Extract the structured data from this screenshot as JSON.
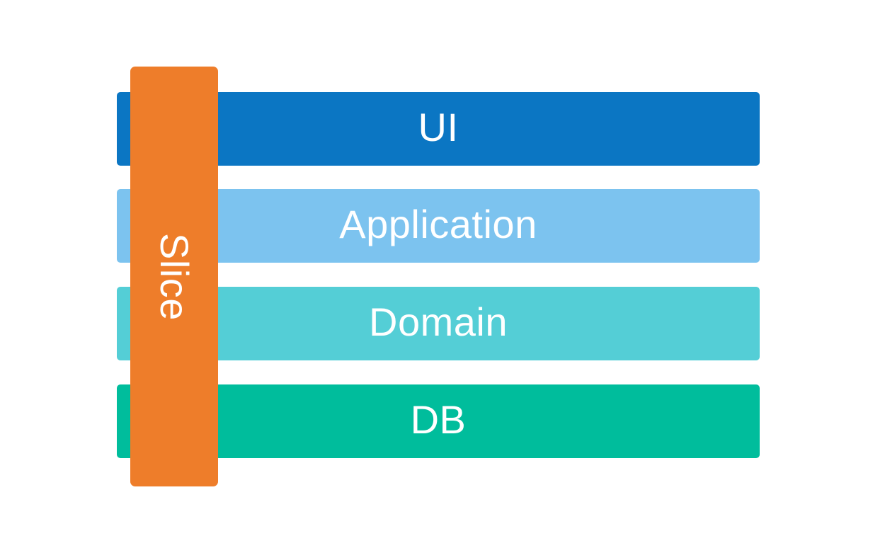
{
  "diagram": {
    "background": "#ffffff",
    "text_color": "#ffffff",
    "layers": [
      {
        "label": "UI",
        "color": "#0b76c3"
      },
      {
        "label": "Application",
        "color": "#7cc3ef"
      },
      {
        "label": "Domain",
        "color": "#54ced6"
      },
      {
        "label": "DB",
        "color": "#00bd9c"
      }
    ],
    "slice": {
      "label": "Slice",
      "color": "#ee7d2a"
    }
  }
}
